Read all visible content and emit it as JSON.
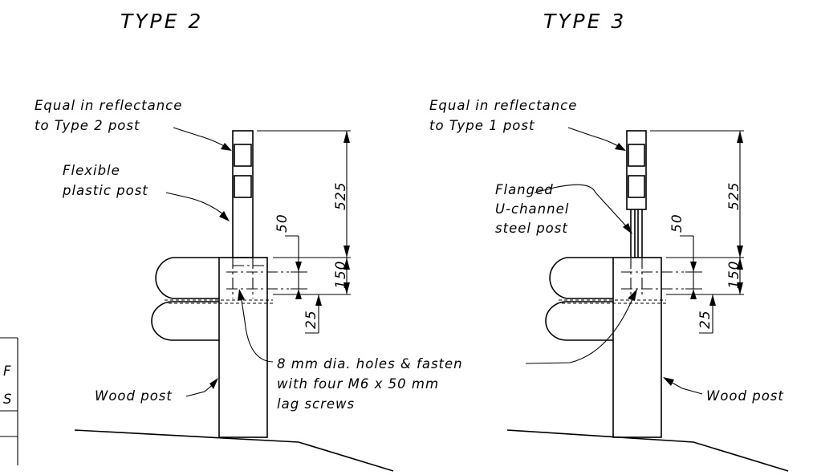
{
  "titles": {
    "type2": "TYPE 2",
    "type3": "TYPE 3"
  },
  "type2": {
    "reflect_line1": "Equal in reflectance",
    "reflect_line2": "to Type 2 post",
    "post_line1": "Flexible",
    "post_line2": "plastic post",
    "wood_post": "Wood post"
  },
  "type3": {
    "reflect_line1": "Equal in reflectance",
    "reflect_line2": "to Type 1 post",
    "post_line1": "Flanged",
    "post_line2": "U-channel",
    "post_line3": "steel post",
    "wood_post": "Wood post"
  },
  "dimensions": {
    "d525": "525",
    "d50": "50",
    "d150": "150",
    "d25": "25"
  },
  "fasten_note": {
    "line1": "8 mm dia. holes & fasten",
    "line2": "with four M6 x 50 mm",
    "line3": "lag screws"
  },
  "side_table": {
    "row2": "F",
    "row2b": "S"
  }
}
